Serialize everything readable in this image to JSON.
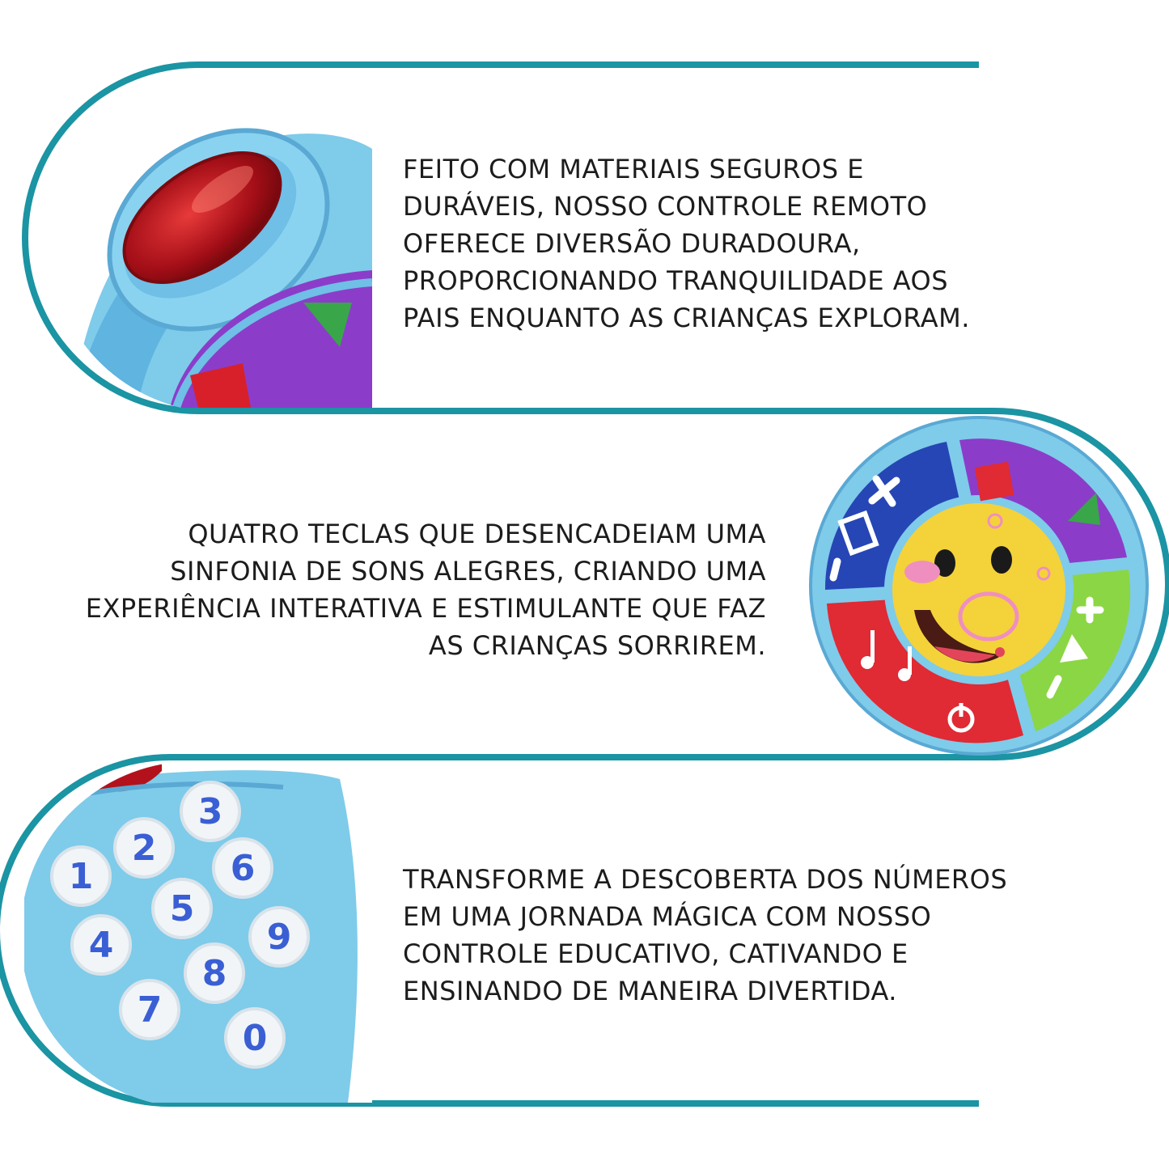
{
  "colors": {
    "frame": "#1b94a3",
    "toy_blue": "#7fcbea",
    "toy_blue_dark": "#4aa9d6",
    "red_button": "#b3121c",
    "purple": "#8b3dc9",
    "green": "#8bd644",
    "red": "#e02a34",
    "navy": "#2646b5",
    "face_yellow": "#f4d23a",
    "key_white": "#f2f5f8",
    "digit_blue": "#3a5fd4"
  },
  "panels": [
    {
      "lines": [
        "FEITO COM MATERIAIS SEGUROS E",
        "DURÁVEIS, NOSSO CONTROLE REMOTO",
        "OFERECE DIVERSÃO DURADOURA,",
        "PROPORCIONANDO TRANQUILIDADE AOS",
        "PAIS ENQUANTO AS CRIANÇAS EXPLORAM."
      ],
      "image_icon": "toy-remote-power-button-icon"
    },
    {
      "lines": [
        "QUATRO TECLAS QUE DESENCADEIAM UMA",
        "SINFONIA DE SONS ALEGRES, CRIANDO UMA",
        "EXPERIÊNCIA INTERATIVA E ESTIMULANTE QUE FAZ",
        "AS CRIANÇAS SORRIREM."
      ],
      "image_icon": "smiley-face-keypad-icon"
    },
    {
      "lines": [
        "TRANSFORME A DESCOBERTA DOS NÚMEROS",
        "EM UMA JORNADA MÁGICA COM NOSSO",
        "CONTROLE EDUCATIVO, CATIVANDO E",
        "ENSINANDO DE MANEIRA DIVERTIDA."
      ],
      "image_icon": "number-keypad-icon",
      "keys": [
        "1",
        "2",
        "3",
        "4",
        "5",
        "6",
        "7",
        "8",
        "9",
        "0"
      ]
    }
  ]
}
